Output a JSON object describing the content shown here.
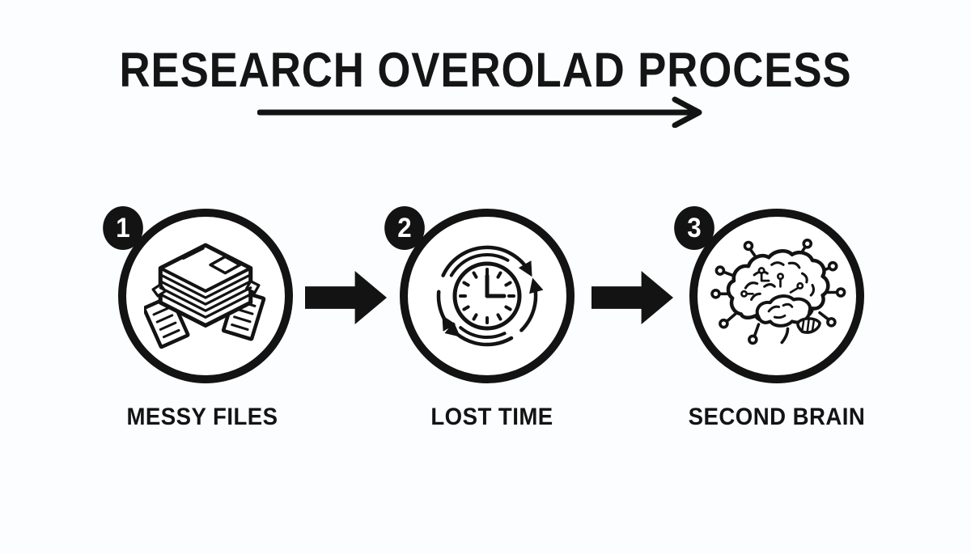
{
  "header": {
    "title": "RESEARCH OVEROLAD PROCESS",
    "underline_arrow": "long-right-arrow"
  },
  "colors": {
    "ink": "#131313",
    "background": "#fbfdfe",
    "badge_fill": "#131313",
    "badge_text": "#ffffff",
    "circle_fill": "#ffffff"
  },
  "steps": [
    {
      "number": "1",
      "label": "MESSY FILES",
      "icon": "paper-stack-icon"
    },
    {
      "number": "2",
      "label": "LOST TIME",
      "icon": "clock-rotation-arrows-icon"
    },
    {
      "number": "3",
      "label": "SECOND BRAIN",
      "icon": "circuit-brain-icon"
    }
  ],
  "connectors": [
    {
      "type": "block-arrow-right"
    },
    {
      "type": "block-arrow-right"
    }
  ]
}
